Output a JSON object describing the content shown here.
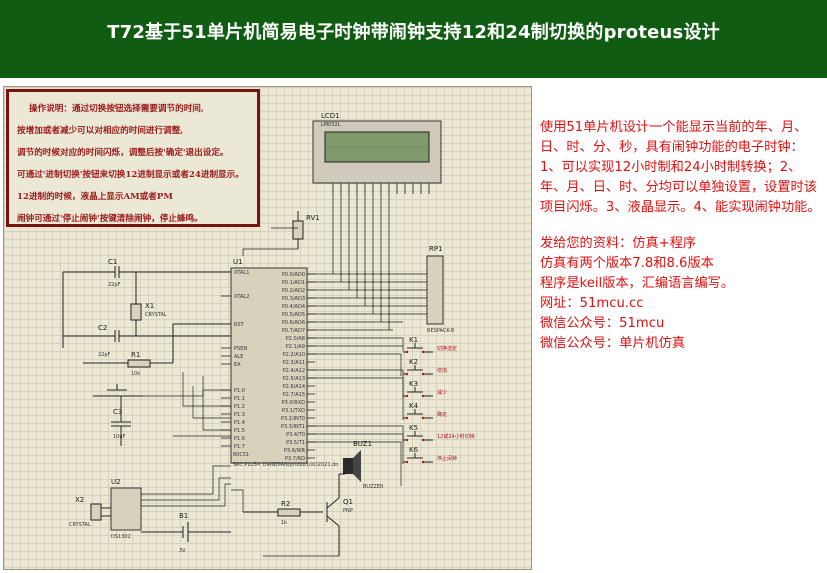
{
  "header": {
    "title": "T72基于51单片机简易电子时钟带闹钟支持12和24制切换的proteus设计"
  },
  "notes": [
    "操作说明：通过切换按钮选择需要调节的时间,",
    "按增加或者减少可以对相应的时间进行调整,",
    "调节的时候对应的时间闪烁，调整后按'确定'退出设定。",
    "可通过'进制切换'按钮来切换12进制显示或者24进制显示。",
    "12进制的时候，液晶上显示AM或者PM",
    "闹钟可通过'停止闹钟'按键清除闹钟，停止蜂鸣。"
  ],
  "description": {
    "intro": "使用51单片机设计一个能显示当前的年、月、日、时、分、秒，具有闹钟功能的电子时钟：1、可以实现12小时制和24小时制转换；2、年、月、日、时、分均可以单独设置，设置时该项目闪烁。3、液晶显示。4、能实现闹钟功能。",
    "lines": [
      "发给您的资料：仿真+程序",
      "仿真有两个版本7.8和8.6版本",
      "程序是keil版本，汇编语言编写。",
      "网址：51mcu.cc",
      "微信公众号：51mcu",
      "微信公众号：单片机仿真"
    ]
  },
  "schematic": {
    "components": {
      "lcd": "LCD1",
      "lcd_model": "LM032L",
      "pot": "RV1",
      "resnet": "RP1",
      "resnet_model": "RESPACK-8",
      "mcu": "U1",
      "mcu_model": "80C51",
      "mcu_note": "SRC:PLUS< DIANDIAN/pruduct/XD2021.dn",
      "c1": "C1",
      "c1_val": "22pF",
      "c2": "C2",
      "c2_val": "22pF",
      "c3": "C3",
      "c3_val": "10uF",
      "x1": "X1",
      "x1_val": "CRYSTAL",
      "r1": "R1",
      "r1_val": "10k",
      "u2": "U2",
      "u2_model": "DS1302",
      "x2": "X2",
      "x2_val": "CRYSTAL",
      "b1": "B1",
      "b1_val": "3V",
      "r2": "R2",
      "r2_val": "1k",
      "q1": "Q1",
      "q1_val": "PNP",
      "buz": "BUZ1",
      "buz_val": "BUZZER"
    },
    "mcu_left_pins": [
      "XTAL1",
      "XTAL2",
      "RST",
      "PSEN",
      "ALE",
      "EA",
      "P1.0",
      "P1.1",
      "P1.2",
      "P1.3",
      "P1.4",
      "P1.5",
      "P1.6",
      "P1.7"
    ],
    "mcu_right_pins": [
      "P0.0/AD0",
      "P0.1/AD1",
      "P0.2/AD2",
      "P0.3/AD3",
      "P0.4/AD4",
      "P0.5/AD5",
      "P0.6/AD6",
      "P0.7/AD7",
      "P2.0/A8",
      "P2.1/A9",
      "P2.2/A10",
      "P2.3/A11",
      "P2.4/A12",
      "P2.5/A13",
      "P2.6/A14",
      "P2.7/A15",
      "P3.0/RXD",
      "P3.1/TXD",
      "P3.2/INT0",
      "P3.3/INT1",
      "P3.4/T0",
      "P3.5/T1",
      "P3.6/WR",
      "P3.7/RD"
    ],
    "keys": [
      {
        "ref": "K1",
        "label": "切换选定"
      },
      {
        "ref": "K2",
        "label": "增加"
      },
      {
        "ref": "K3",
        "label": "减少"
      },
      {
        "ref": "K4",
        "label": "确定"
      },
      {
        "ref": "K5",
        "label": "12或24小时切换"
      },
      {
        "ref": "K6",
        "label": "停止闹钟"
      }
    ]
  }
}
